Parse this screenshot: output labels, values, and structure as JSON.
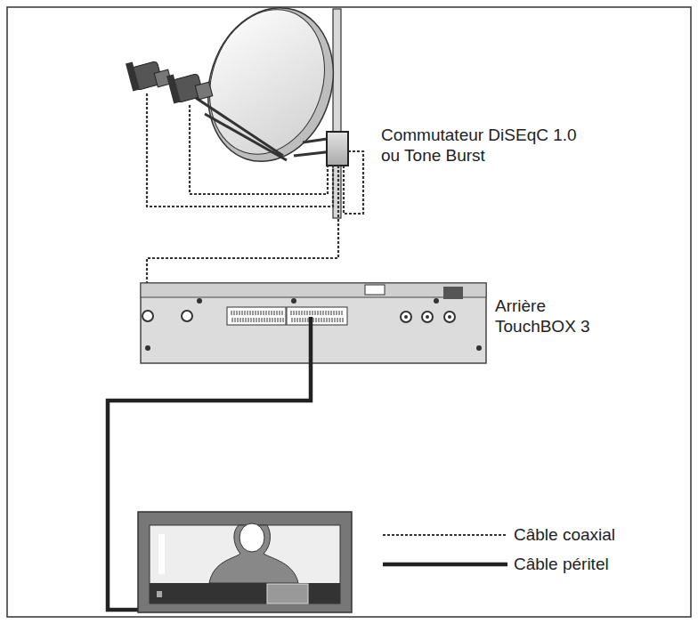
{
  "diagram": {
    "labels": [
      "Commutateur DiSEqC 1.0 ou Tone Burst",
      "Arrière TouchBOX 3"
    ],
    "legend": [
      {
        "text": "Câble coaxial"
      },
      {
        "text": "Câble péritel"
      }
    ]
  }
}
